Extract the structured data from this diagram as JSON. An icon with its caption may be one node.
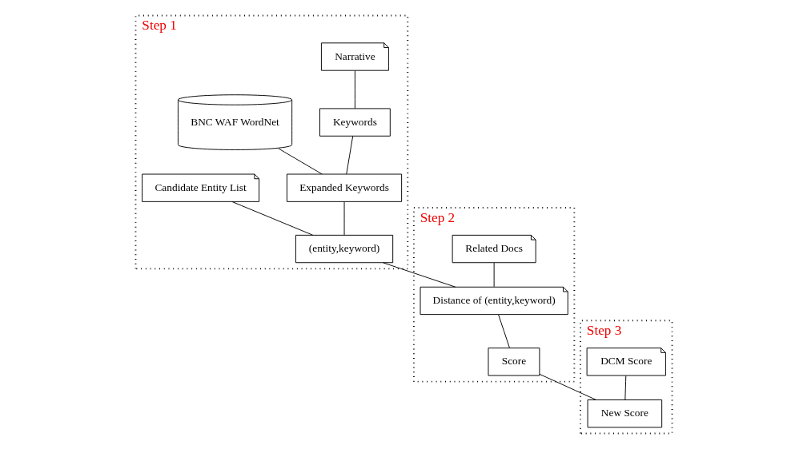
{
  "diagram": {
    "nodes": [
      {
        "text": [
          "Step 1"
        ]
      },
      {
        "text": [
          "Narrative"
        ],
        "in": 0
      },
      {
        "text": [
          "Keywords"
        ],
        "in": 0
      },
      {
        "text": [
          "BNC WAF WordNet"
        ],
        "in": 0
      },
      {
        "text": [
          "Expanded Keywords"
        ],
        "in": 0
      },
      {
        "text": [
          "Candidate Entity List"
        ],
        "in": 0
      },
      {
        "text": [
          "(entity,keyword)"
        ],
        "in": 0
      },
      {
        "text": [
          "Step 2"
        ]
      },
      {
        "text": [
          "Related Docs"
        ],
        "in": 7
      },
      {
        "text": [
          "Distance of (entity,keyword)"
        ],
        "in": 7
      },
      {
        "text": [
          "Score"
        ],
        "in": 7
      },
      {
        "text": [
          "Step 3"
        ]
      },
      {
        "text": [
          "DCM Score"
        ],
        "in": 11
      },
      {
        "text": [
          "New Score"
        ],
        "in": 11
      }
    ],
    "edges": [
      {
        "from": 1,
        "to": 2,
        "arrow": "none"
      },
      {
        "from": 2,
        "to": 4,
        "arrow": "none"
      },
      {
        "from": 3,
        "to": 4,
        "arrow": "none"
      },
      {
        "from": 4,
        "to": 6,
        "arrow": "none"
      },
      {
        "from": 5,
        "to": 6,
        "arrow": "none"
      },
      {
        "from": 6,
        "to": 9,
        "arrow": "none"
      },
      {
        "from": 8,
        "to": 9,
        "arrow": "none"
      },
      {
        "from": 9,
        "to": 10,
        "arrow": "none"
      },
      {
        "from": 10,
        "to": 13,
        "arrow": "none"
      },
      {
        "from": 12,
        "to": 13,
        "arrow": "none"
      }
    ]
  }
}
